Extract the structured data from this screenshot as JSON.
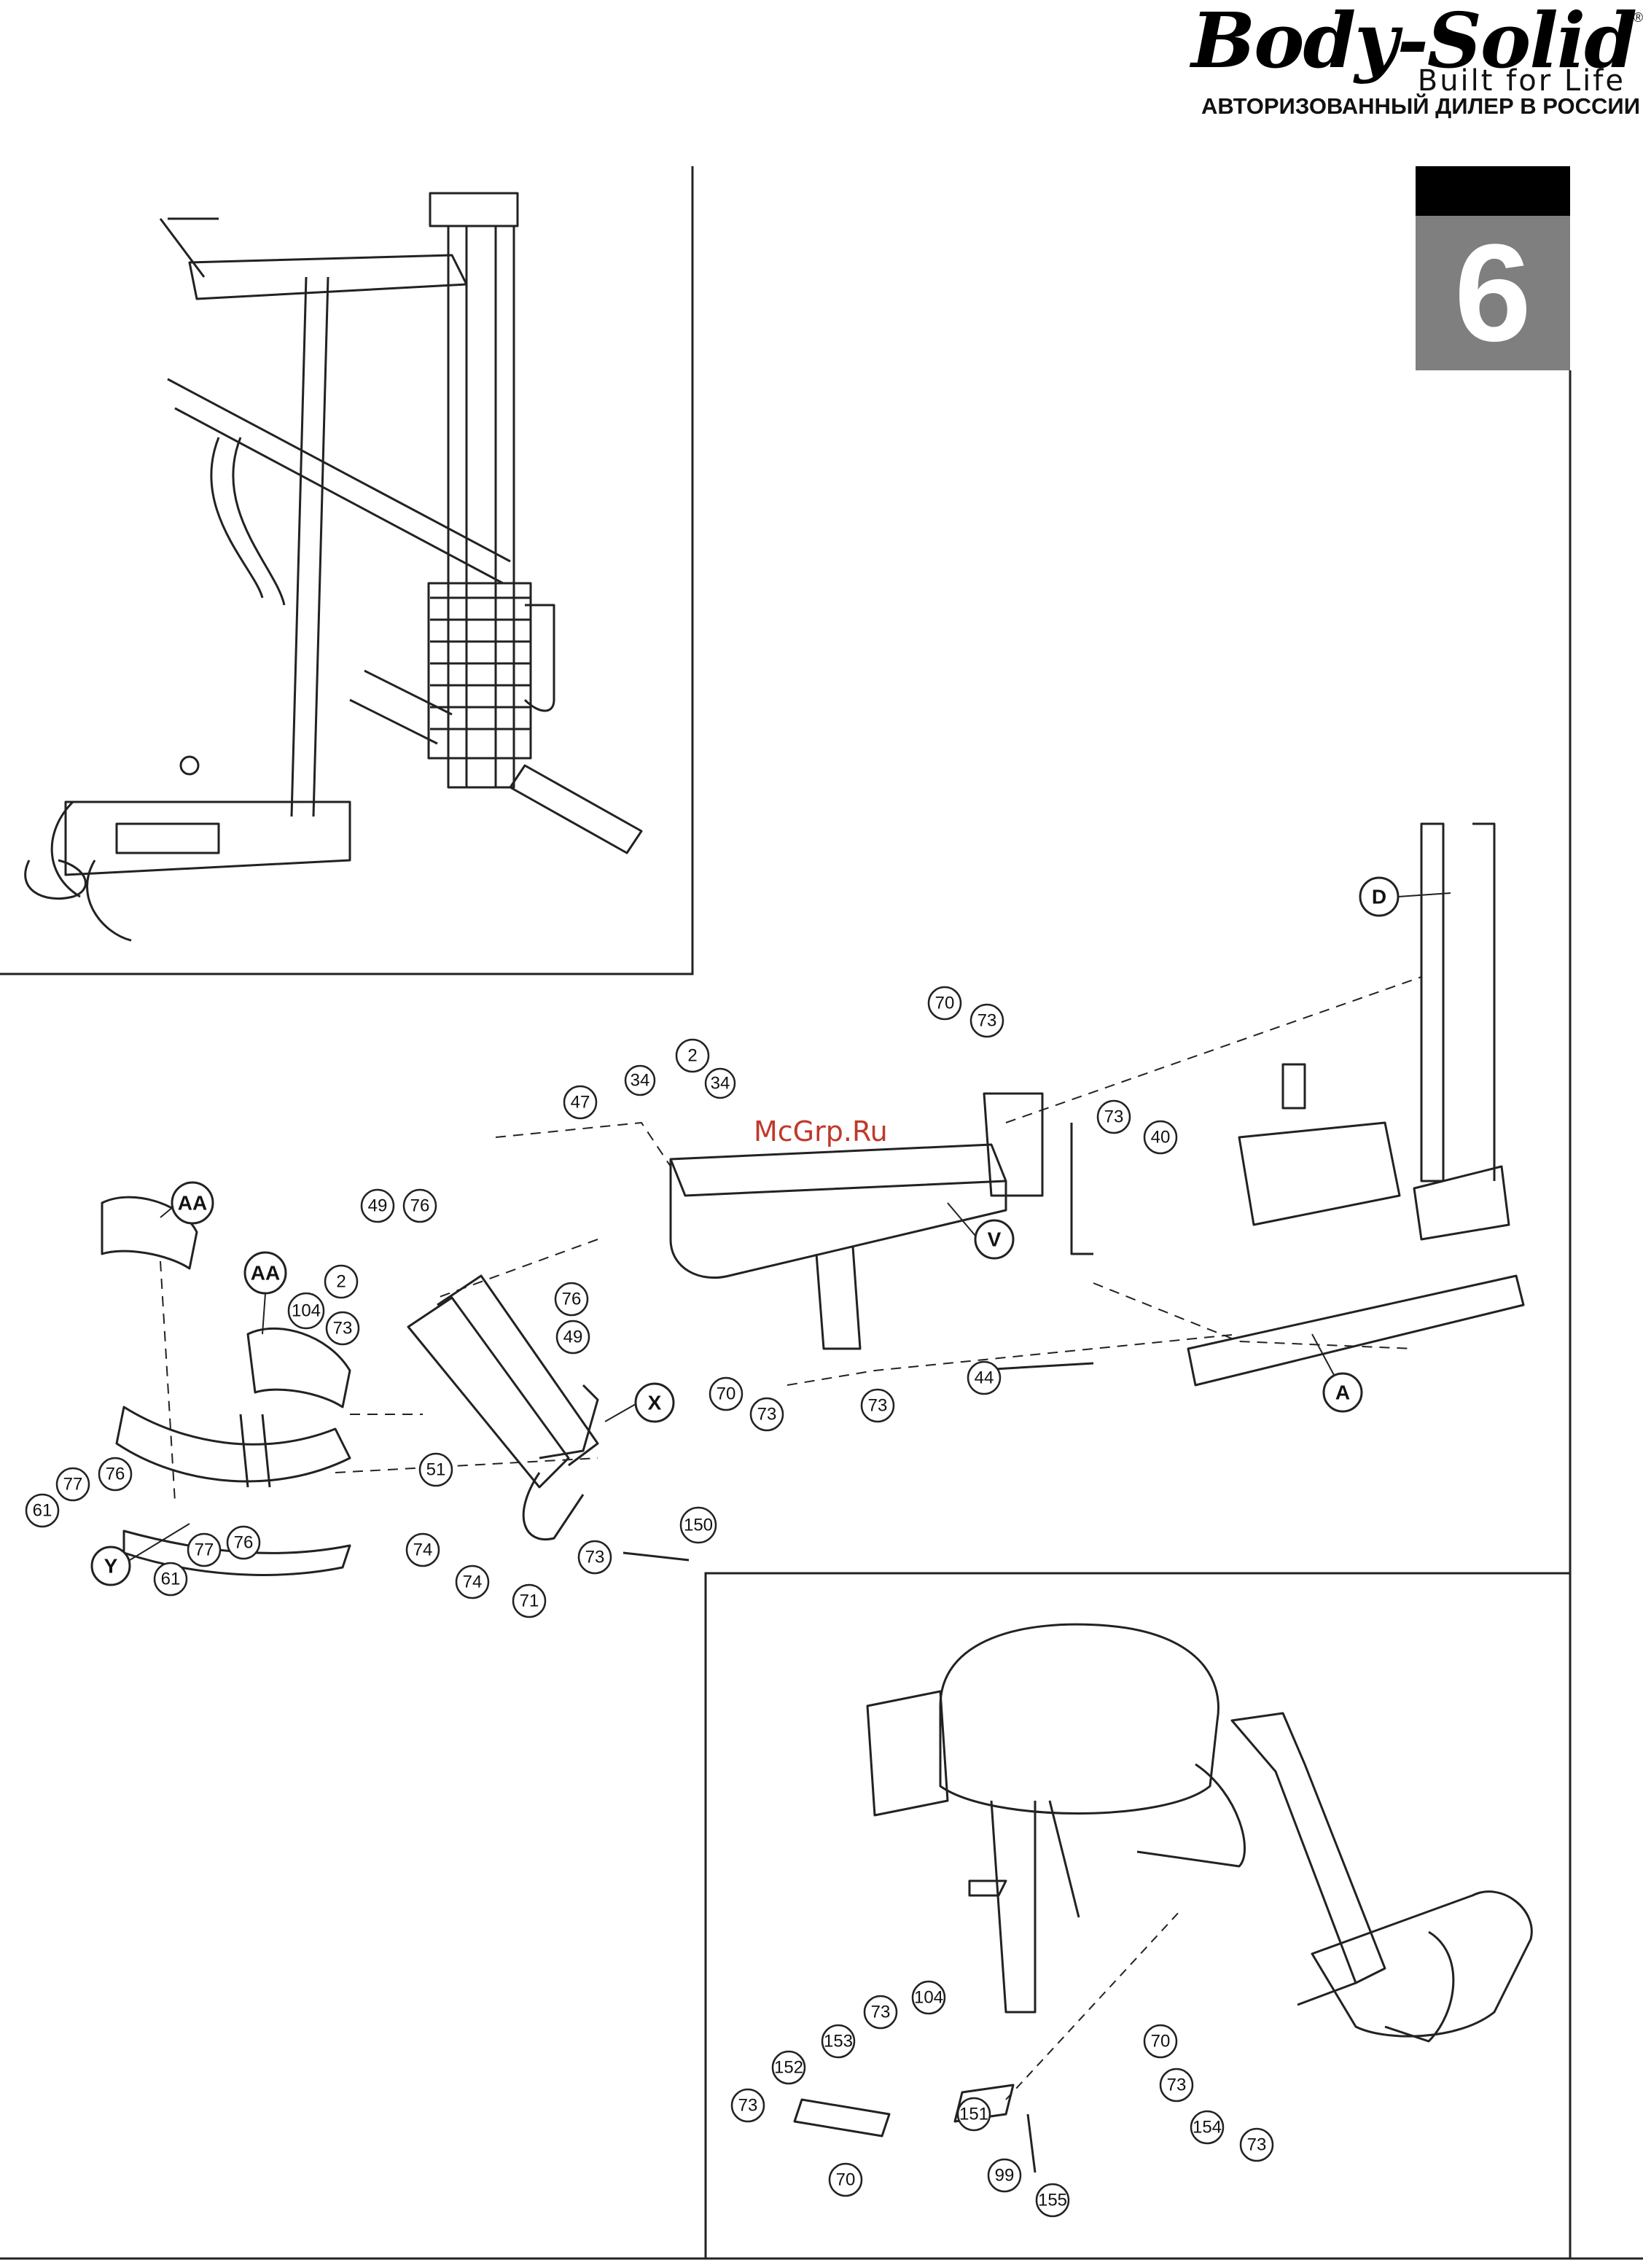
{
  "brand": {
    "logo_text": "Body-Solid",
    "registered_mark": "®",
    "tagline": "Built for Life",
    "dealer_text": "АВТОРИЗОВАННЫЙ ДИЛЕР В РОССИИ"
  },
  "step": {
    "number": "6"
  },
  "watermark": "McGrp.Ru",
  "colors": {
    "step_bar": "#000000",
    "step_box": "#7f7f7f",
    "watermark": "#c0392b",
    "line_art": "#222222"
  },
  "callouts": {
    "main": [
      "2",
      "34",
      "34",
      "47",
      "70",
      "73",
      "73",
      "40",
      "49",
      "76",
      "76",
      "49",
      "2",
      "104",
      "73",
      "70",
      "73",
      "73",
      "44",
      "77",
      "76",
      "61",
      "77",
      "76",
      "61",
      "51",
      "74",
      "74",
      "71",
      "73",
      "150"
    ],
    "letters": [
      "D",
      "V",
      "X",
      "AA",
      "AA",
      "Y",
      "A"
    ],
    "seat_detail": [
      "73",
      "104",
      "153",
      "152",
      "73",
      "151",
      "99",
      "155",
      "70",
      "70",
      "73",
      "154",
      "73"
    ]
  }
}
